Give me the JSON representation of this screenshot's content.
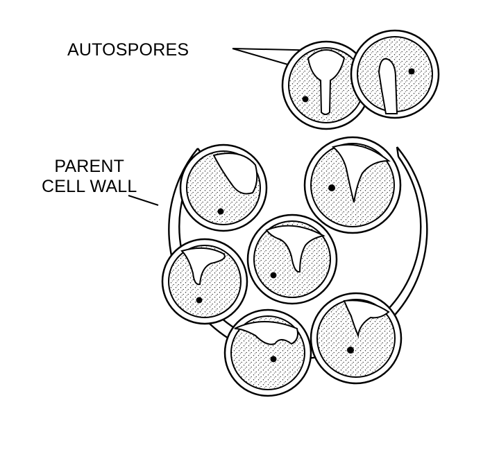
{
  "labels": {
    "autospores": "AUTOSPORES",
    "parent_line1": "PARENT",
    "parent_line2": "CELL WALL"
  },
  "colors": {
    "ink": "#000000",
    "paper": "#ffffff",
    "stipple": "#444444"
  }
}
